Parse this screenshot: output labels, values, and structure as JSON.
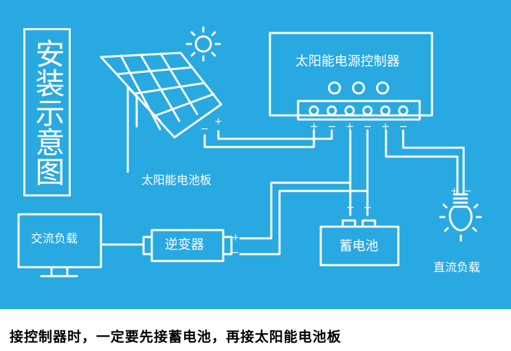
{
  "title": "安装示意图",
  "nodes": {
    "controller": "太阳能电源控制器",
    "solar_panel": "太阳能电池板",
    "ac_load": "交流负载",
    "inverter": "逆变器",
    "battery": "蓄电池",
    "dc_load": "直流负载"
  },
  "signs": {
    "plus": "+",
    "minus": "−"
  },
  "caption": "接控制器时，一定要先接蓄电池，再接太阳能电池板",
  "colors": {
    "background": "#29a9e1",
    "lines": "#ffffff"
  },
  "icons": [
    "sun-icon",
    "solar-panel-icon",
    "monitor-icon",
    "light-bulb-icon"
  ]
}
